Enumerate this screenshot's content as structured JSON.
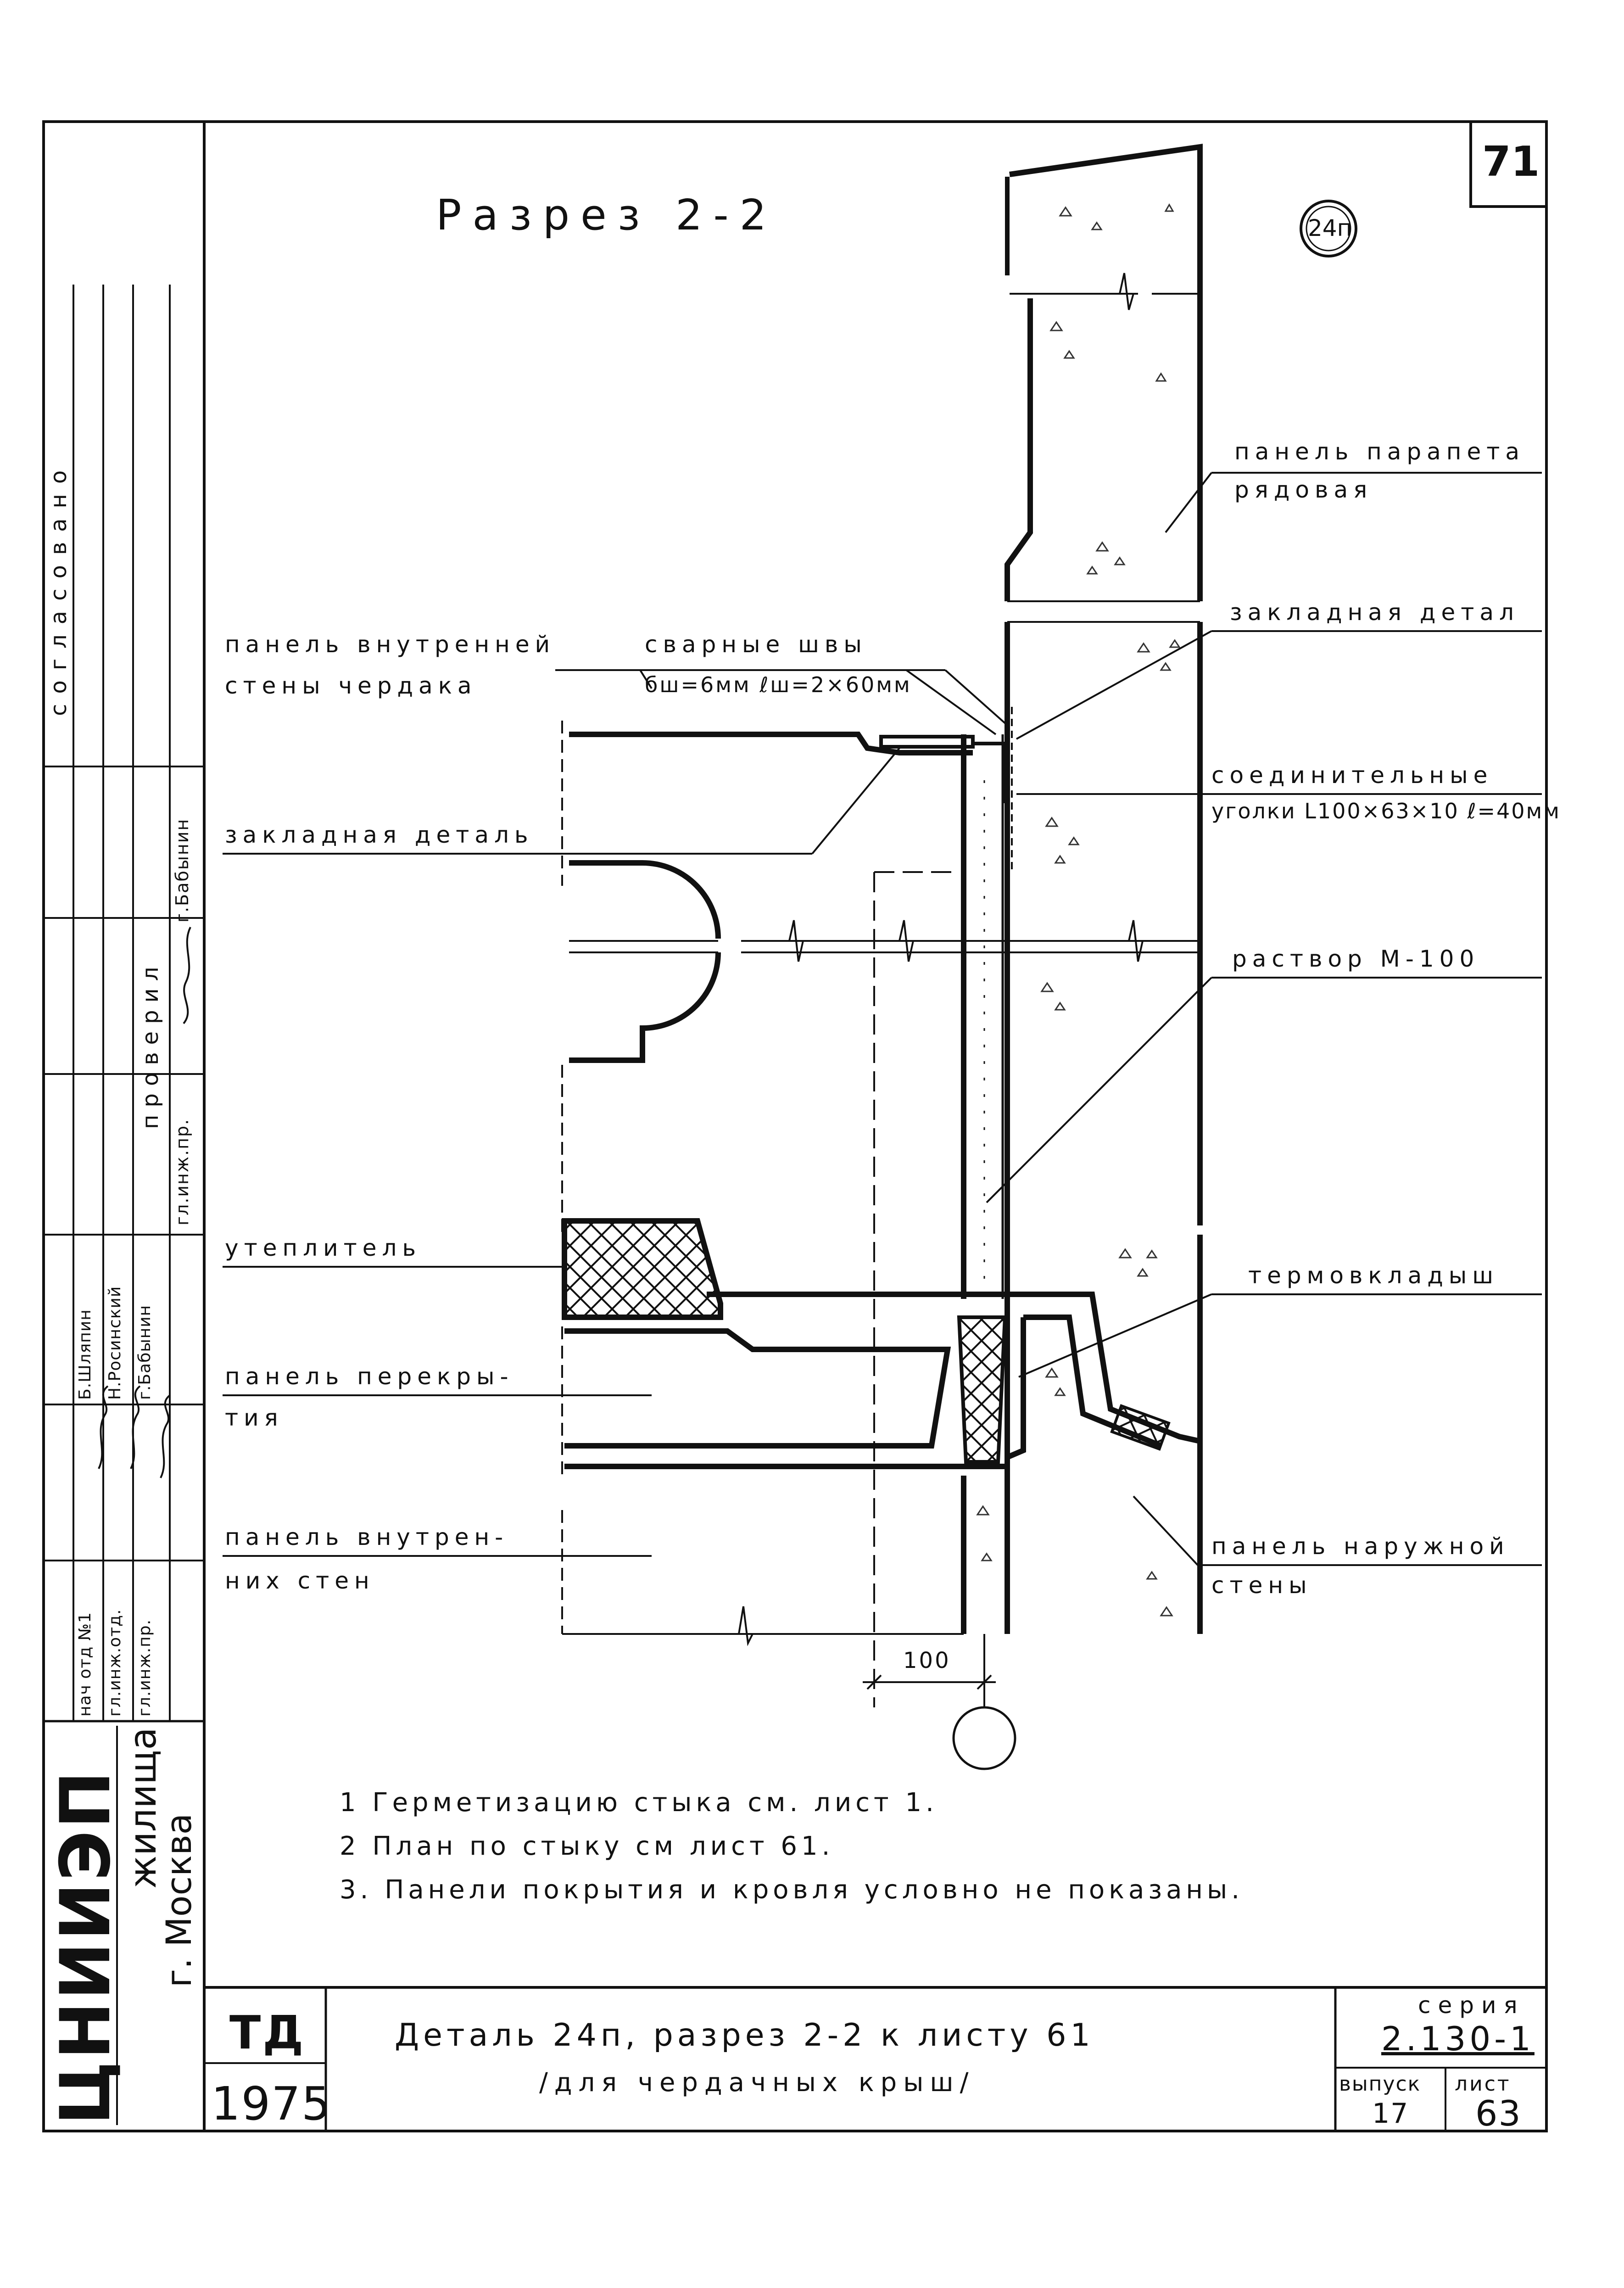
{
  "sheet": {
    "number": "71",
    "detail_mark": "24п",
    "section_title": "Разрез 2-2",
    "dimension": "100"
  },
  "labels": {
    "parapet_panel": [
      "панель парапета",
      "рядовая"
    ],
    "embedded_part_right": "закладная детал",
    "inner_wall_panel": [
      "панель внутренней",
      "стены чердака"
    ],
    "welds": [
      "сварные швы",
      "бш=6мм ℓш=2×60мм"
    ],
    "connecting_angles": [
      "соединительные",
      "уголки L100×63×10 ℓ=40мм"
    ],
    "embedded_part_left": "закладная деталь",
    "mortar": "раствор М-100",
    "insulation": "утеплитель",
    "thermal_insert": "термовкладыш",
    "floor_panel": [
      "панель перекры-",
      "тия"
    ],
    "inner_walls_panel": [
      "панель внутрен-",
      "них стен"
    ],
    "outer_wall_panel": [
      "панель наружной",
      "стены"
    ]
  },
  "notes": [
    "1 Герметизацию стыка см. лист 1.",
    "2 План по стыку см лист 61.",
    "3. Панели покрытия и кровля условно не показаны."
  ],
  "stamp": {
    "org": "ЦНИИЭП",
    "org_suffix": "жилища",
    "city": "г. Москва",
    "code": "ТД",
    "year": "1975",
    "title": "Деталь 24п, разрез 2-2 к листу 61",
    "subtitle": "/для чердачных крыш/",
    "series_label": "серия",
    "series_value": "2.130-1",
    "issue_label": "выпуск",
    "issue_value": "17",
    "sheet_label": "лист",
    "sheet_value": "63"
  },
  "side_block": {
    "agreed": "согласовано",
    "checked": "проверил",
    "checked_role": "гл.инж.пр.",
    "checked_name": "г.Бабынин",
    "roles": [
      "нач отд №1",
      "гл.инж.отд.",
      "гл.инж.пр."
    ],
    "names": [
      "Б.Шляпин",
      "Н.Росинский",
      "г.Бабынин"
    ]
  }
}
